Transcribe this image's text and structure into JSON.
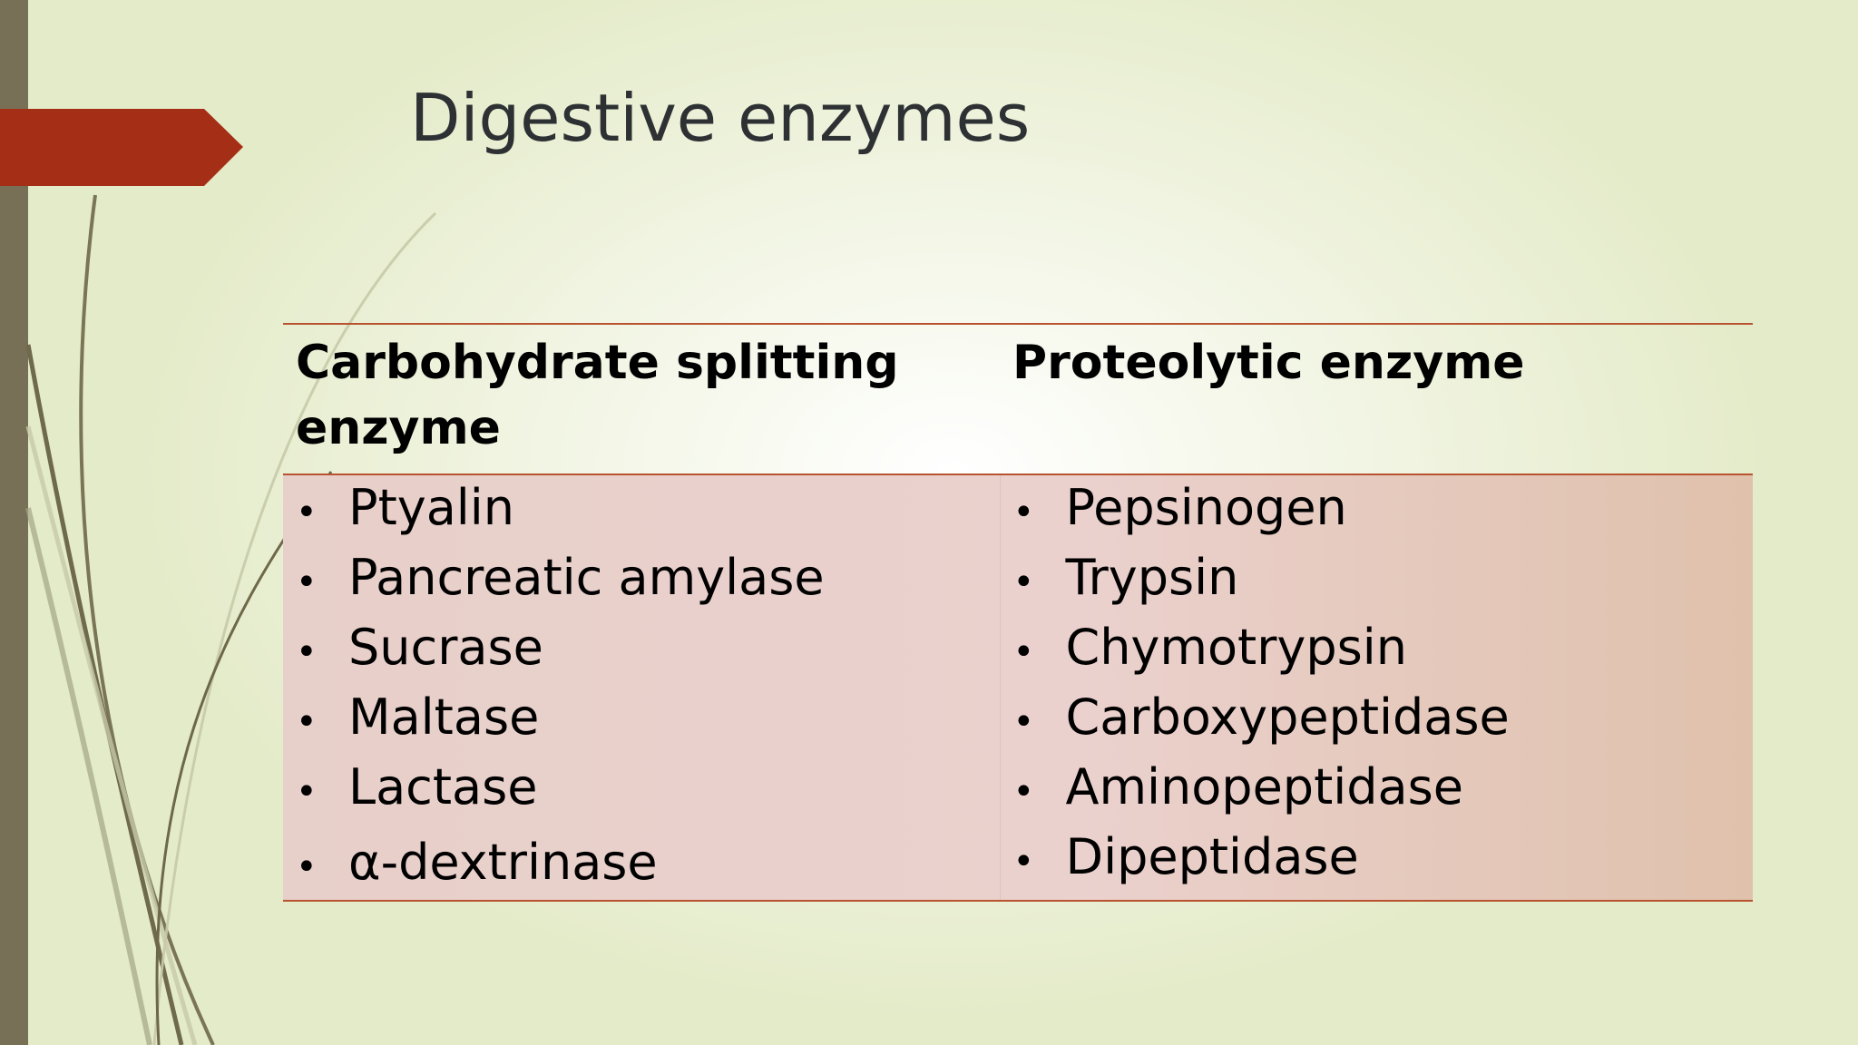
{
  "slide": {
    "title": "Digestive enzymes",
    "bullet_glyph": "•"
  },
  "table": {
    "headers": [
      "Carbohydrate splitting enzyme",
      "Proteolytic enzyme"
    ],
    "carbohydrate_enzymes": [
      "Ptyalin",
      "Pancreatic amylase",
      "Sucrase",
      "Maltase",
      "Lactase",
      "α-dextrinase"
    ],
    "proteolytic_enzymes": [
      "Pepsinogen",
      "Trypsin",
      "Chymotrypsin",
      "Carboxypeptidase",
      "Aminopeptidase",
      "Dipeptidase"
    ]
  },
  "colors": {
    "accent": "#a52e16",
    "sidebar": "#786f57",
    "table_rule": "#b8532f",
    "table_fill": "#e9cfca"
  }
}
